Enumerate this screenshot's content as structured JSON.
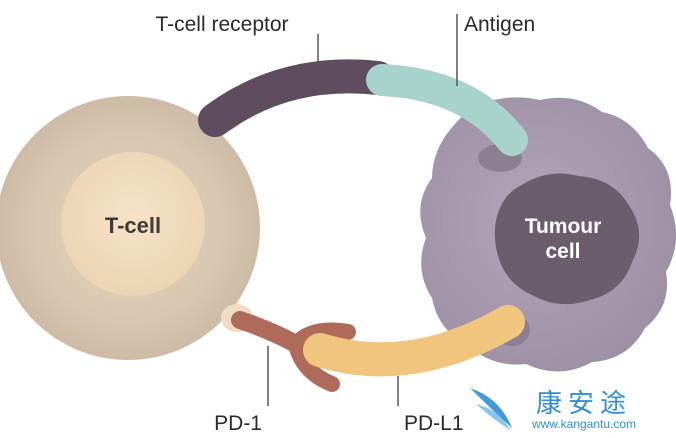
{
  "labels": {
    "tcr": "T-cell receptor",
    "antigen": "Antigen",
    "pd1": "PD-1",
    "pdl1": "PD-L1"
  },
  "cells": {
    "tcell": "T-cell",
    "tumour_line1": "Tumour",
    "tumour_line2": "cell"
  },
  "watermark": {
    "chinese": "康安途",
    "url": "www.kangantu.com"
  },
  "colors": {
    "tcell_outer": "#d9c8b4",
    "tcell_inner": "#f1dcc0",
    "tumour_body": "#a99bb0",
    "tumour_nucleus": "#6e5f6f",
    "receptor": "#5f4c5f",
    "antigen": "#a7d3cc",
    "pd1": "#b06a5a",
    "pdl1": "#f2c57f",
    "leader_line": "#555555",
    "watermark_blue": "#2f8fd6"
  }
}
